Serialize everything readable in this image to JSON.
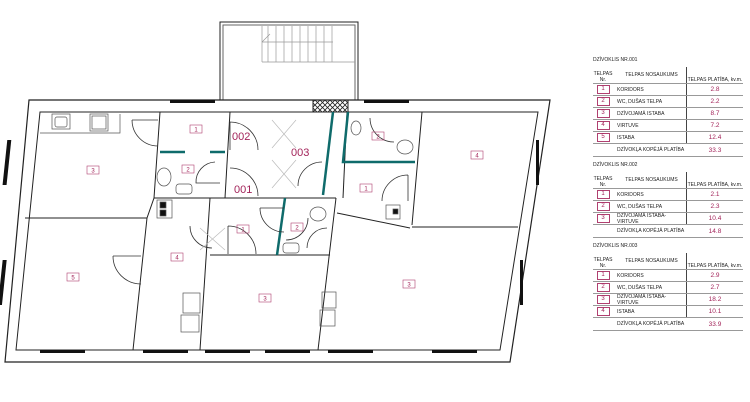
{
  "plan": {
    "apartments": [
      "001",
      "002",
      "003"
    ],
    "rooms": [
      "1",
      "3",
      "2",
      "2",
      "4",
      "1",
      "1",
      "2",
      "4",
      "5",
      "3",
      "3"
    ]
  },
  "tables": [
    {
      "title": "DZĪVOKLIS NR.001",
      "h_nr": "TELPAS Nr.",
      "h_name": "TELPAS NOSAUKUMS",
      "h_area": "TELPAS PLATĪBA, kv.m.",
      "rows": [
        {
          "nr": "1",
          "name": "KORIDORS",
          "area": "2.8"
        },
        {
          "nr": "2",
          "name": "WC, DUŠAS TELPA",
          "area": "2.2"
        },
        {
          "nr": "3",
          "name": "DZĪVOJAMĀ ISTABA",
          "area": "8.7"
        },
        {
          "nr": "4",
          "name": "VIRTUVE",
          "area": "7.2"
        },
        {
          "nr": "5",
          "name": "ISTABA",
          "area": "12.4"
        }
      ],
      "total_label": "DZĪVOKĻA KOPĒJĀ PLATĪBA",
      "total": "33.3"
    },
    {
      "title": "DZĪVOKLIS NR.002",
      "h_nr": "TELPAS Nr.",
      "h_name": "TELPAS NOSAUKUMS",
      "h_area": "TELPAS PLATĪBA, kv.m.",
      "rows": [
        {
          "nr": "1",
          "name": "KORIDORS",
          "area": "2.1"
        },
        {
          "nr": "2",
          "name": "WC, DUŠAS TELPA",
          "area": "2.3"
        },
        {
          "nr": "3",
          "name": "DZĪVOJAMĀ ISTABA-VIRTUVE",
          "area": "10.4"
        }
      ],
      "total_label": "DZĪVOKĻA KOPĒJĀ PLATĪBA",
      "total": "14.8"
    },
    {
      "title": "DZĪVOKLIS NR.003",
      "h_nr": "TELPAS Nr.",
      "h_name": "TELPAS NOSAUKUMS",
      "h_area": "TELPAS PLATĪBA, kv.m.",
      "rows": [
        {
          "nr": "1",
          "name": "KORIDORS",
          "area": "2.9"
        },
        {
          "nr": "2",
          "name": "WC, DUŠAS TELPA",
          "area": "2.7"
        },
        {
          "nr": "3",
          "name": "DZĪVOJAMĀ ISTABA-VIRTUVE",
          "area": "18.2"
        },
        {
          "nr": "4",
          "name": "ISTABA",
          "area": "10.1"
        }
      ],
      "total_label": "DZĪVOKĻA KOPĒJĀ PLATĪBA",
      "total": "33.9"
    }
  ],
  "colors": {
    "label": "#a3245a",
    "wall_accent": "#0f6b6b"
  }
}
